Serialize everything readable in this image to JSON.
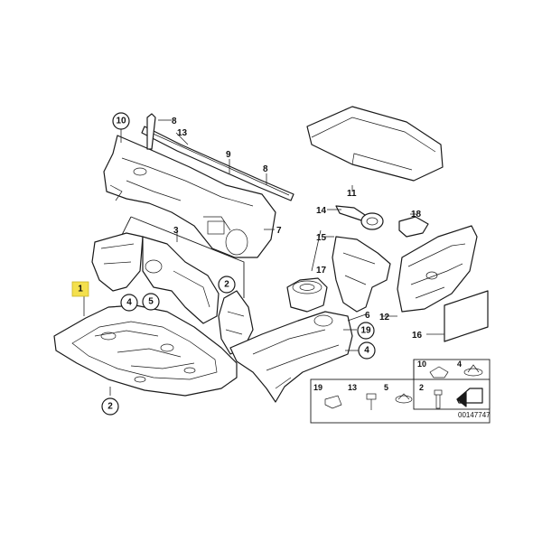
{
  "highlight_color": "#f4e04d",
  "highlighted_callout": "1",
  "callouts": {
    "c1": "1",
    "c2": "2",
    "c3": "3",
    "c4a": "4",
    "c4b": "4",
    "c5": "5",
    "c6": "6",
    "c7": "7",
    "c8a": "8",
    "c8b": "8",
    "c9": "9",
    "c10": "10",
    "c11": "11",
    "c12": "12",
    "c13": "13",
    "c14": "14",
    "c15": "15",
    "c16": "16",
    "c17": "17",
    "c18": "18",
    "c19": "19",
    "c2b": "2"
  },
  "hardware_box": {
    "top_labels": [
      "10",
      "4"
    ],
    "bottom_labels": [
      "19",
      "13",
      "5",
      "2"
    ]
  },
  "diagram_id": "00147747"
}
